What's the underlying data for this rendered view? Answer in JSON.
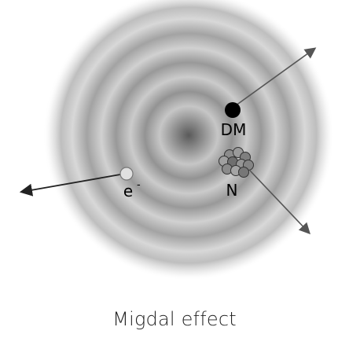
{
  "diagram": {
    "caption": "Migdal effect",
    "labels": {
      "dark_matter": "DM",
      "nucleus": "N",
      "electron": "e",
      "electron_superscript": "-"
    }
  }
}
